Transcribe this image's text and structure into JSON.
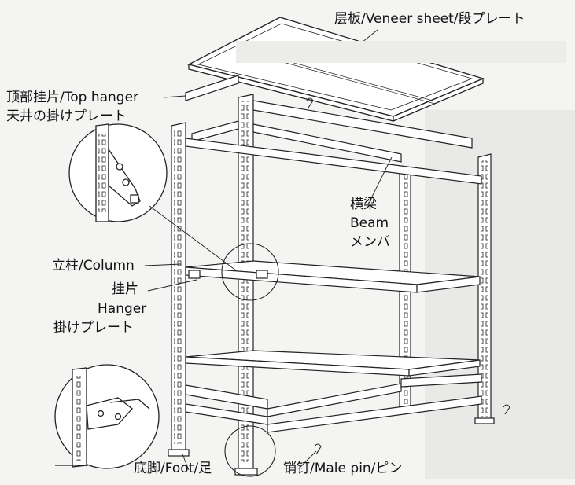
{
  "labels": {
    "veneer": "层板/Veneer sheet/段プレート",
    "top_hanger_1": "顶部挂片/Top hanger",
    "top_hanger_2": "天井の掛けプレート",
    "beam_1": "横梁",
    "beam_2": "Beam",
    "beam_3": "メンバ",
    "column": "立柱/Column",
    "hanger_1": "挂片",
    "hanger_2": "Hanger",
    "hanger_3": "掛けプレート",
    "foot": "底脚/Foot/足",
    "male_pin": "销钉/Male pin/ピン"
  },
  "colors": {
    "line": "#222222",
    "background": "#f4f4f3",
    "shelf_fill": "#ffffff"
  }
}
